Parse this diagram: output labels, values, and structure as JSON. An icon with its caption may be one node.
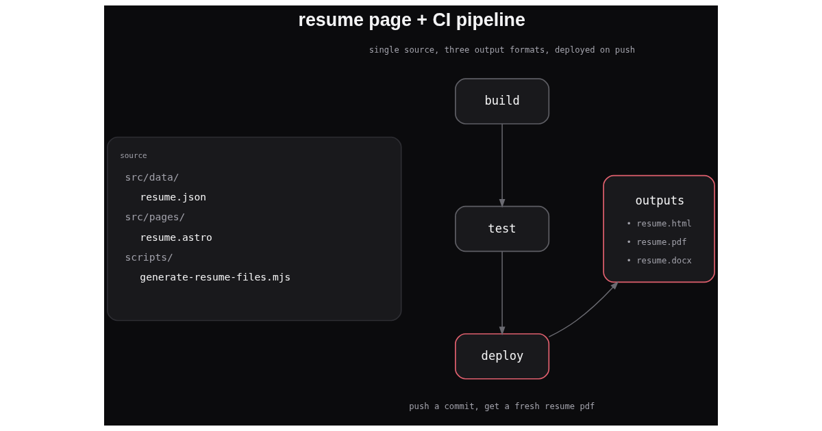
{
  "diagram": {
    "title": "resume page + CI pipeline",
    "caption": "push a commit, get a fresh resume pdf",
    "nodes": [
      {
        "text": [
          "source",
          "src/data/",
          "resume.json",
          "src/pages/",
          "resume.astro",
          "scripts/",
          "generate-resume-files.mjs"
        ]
      },
      {
        "text": [
          "build"
        ]
      },
      {
        "text": [
          "test"
        ]
      },
      {
        "text": [
          "deploy"
        ]
      },
      {
        "text": [
          "outputs",
          "• resume.html",
          "• resume.pdf",
          "• resume.docx"
        ]
      }
    ],
    "edges": [
      {
        "from": 1,
        "to": 2,
        "arrow": "to"
      },
      {
        "from": 2,
        "to": 3,
        "arrow": "to"
      },
      {
        "from": 3,
        "to": 4,
        "arrow": "to"
      }
    ],
    "labels": [
      "single source, three output formats, deployed on push"
    ]
  }
}
